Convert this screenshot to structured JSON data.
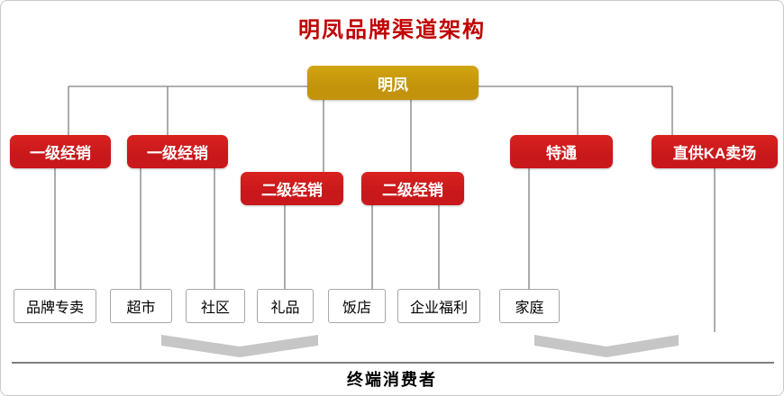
{
  "title": "明凤品牌渠道架构",
  "root": {
    "label": "明凤"
  },
  "nodes": {
    "level2": [
      {
        "label": "一级经销"
      },
      {
        "label": "一级经销"
      },
      {
        "label": "二级经销"
      },
      {
        "label": "二级经销"
      },
      {
        "label": "特通"
      },
      {
        "label": "直供KA卖场"
      }
    ],
    "level3": [
      {
        "label": "品牌专卖"
      },
      {
        "label": "超市"
      },
      {
        "label": "社区"
      },
      {
        "label": "礼品"
      },
      {
        "label": "饭店"
      },
      {
        "label": "企业福利"
      },
      {
        "label": "家庭"
      }
    ]
  },
  "terminal": {
    "label": "终端消费者"
  },
  "colors": {
    "title": "#C00000",
    "gold": "#C3940B",
    "red": "#C9181B",
    "line": "#7F7F7F",
    "arrow": "#C6C6C6",
    "leaf_border": "#A6A6A6"
  }
}
